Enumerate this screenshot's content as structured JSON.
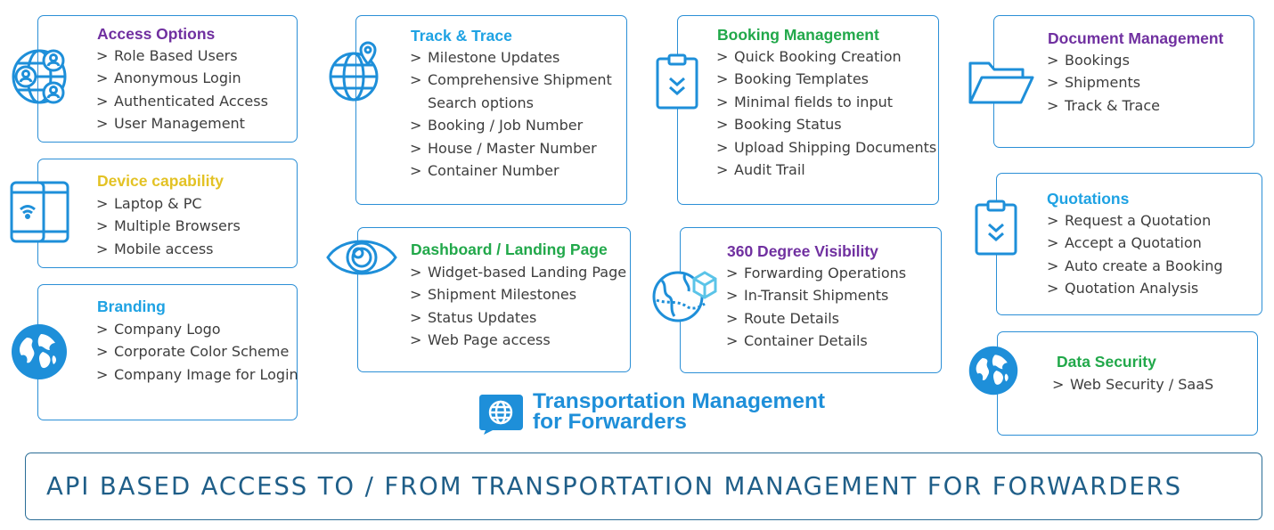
{
  "colors": {
    "border": "#2b8fd6",
    "icon_blue": "#1e8fd9",
    "title_purple": "#7030a0",
    "title_cyan": "#1ea2e3",
    "title_green": "#21a84a",
    "title_yellow": "#e3c224",
    "api_text": "#1f5e88"
  },
  "cards": {
    "access": {
      "title": "Access Options",
      "icon": "globe-users-icon",
      "items": [
        "Role Based Users",
        "Anonymous Login",
        "Authenticated Access",
        "User Management"
      ]
    },
    "device": {
      "title": "Device capability",
      "icon": "mobile-devices-icon",
      "items": [
        "Laptop & PC",
        "Multiple Browsers",
        "Mobile access"
      ]
    },
    "branding": {
      "title": "Branding",
      "icon": "world-globe-icon",
      "items": [
        "Company Logo",
        "Corporate Color Scheme",
        "Company Image for Login"
      ]
    },
    "track": {
      "title": "Track & Trace",
      "icon": "globe-pin-icon",
      "items": [
        "Milestone Updates",
        "Comprehensive Shipment Search options",
        "Booking / Job Number",
        "House / Master Number",
        "Container Number"
      ]
    },
    "dashboard": {
      "title": "Dashboard / Landing Page",
      "icon": "eye-icon",
      "items": [
        "Widget-based Landing Page",
        "Shipment Milestones",
        "Status Updates",
        "Web Page access"
      ]
    },
    "booking": {
      "title": "Booking Management",
      "icon": "clipboard-check-icon",
      "items": [
        "Quick Booking Creation",
        "Booking Templates",
        "Minimal fields to input",
        "Booking Status",
        "Upload Shipping Documents",
        "Audit Trail"
      ]
    },
    "visibility": {
      "title": "360 Degree Visibility",
      "icon": "globe-package-icon",
      "items": [
        "Forwarding Operations",
        "In-Transit Shipments",
        "Route Details",
        "Container Details"
      ]
    },
    "document": {
      "title": "Document Management",
      "icon": "folder-icon",
      "items": [
        "Bookings",
        "Shipments",
        "Track & Trace"
      ]
    },
    "quotations": {
      "title": "Quotations",
      "icon": "clipboard-check-icon",
      "items": [
        "Request a Quotation",
        "Accept a Quotation",
        "Auto create a Booking",
        "Quotation Analysis"
      ]
    },
    "security": {
      "title": "Data Security",
      "icon": "world-globe-icon",
      "items": [
        "Web Security / SaaS"
      ]
    }
  },
  "brand": {
    "line1": "Transportation Management",
    "line2": "for Forwarders",
    "logo_icon": "chat-globe-logo-icon"
  },
  "api_banner": "API BASED ACCESS TO / FROM TRANSPORTATION MANAGEMENT FOR FORWARDERS"
}
